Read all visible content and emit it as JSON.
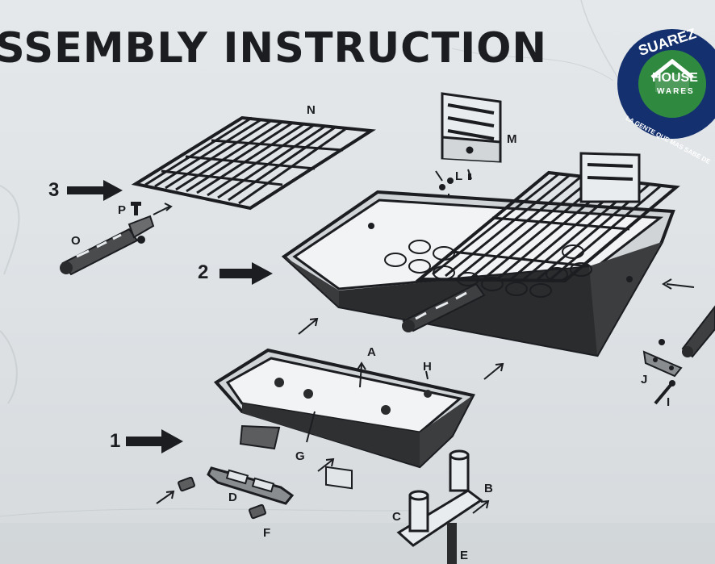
{
  "title": "SSEMBLY INSTRUCTION",
  "brand": {
    "name": "SUAREZ",
    "house": "HOUSE",
    "wares": "WARES",
    "slogan": "LA GENTE QUE MAS SABE DE",
    "colors": {
      "ring": "#14306e",
      "house": "#2f8a3f",
      "white": "#ffffff"
    }
  },
  "steps": [
    "1",
    "2",
    "3"
  ],
  "parts": [
    "A",
    "B",
    "C",
    "D",
    "E",
    "F",
    "G",
    "H",
    "I",
    "J",
    "L",
    "M",
    "N",
    "O",
    "P"
  ],
  "colors": {
    "ink": "#1b1d20",
    "box": "#e1e5e8"
  }
}
